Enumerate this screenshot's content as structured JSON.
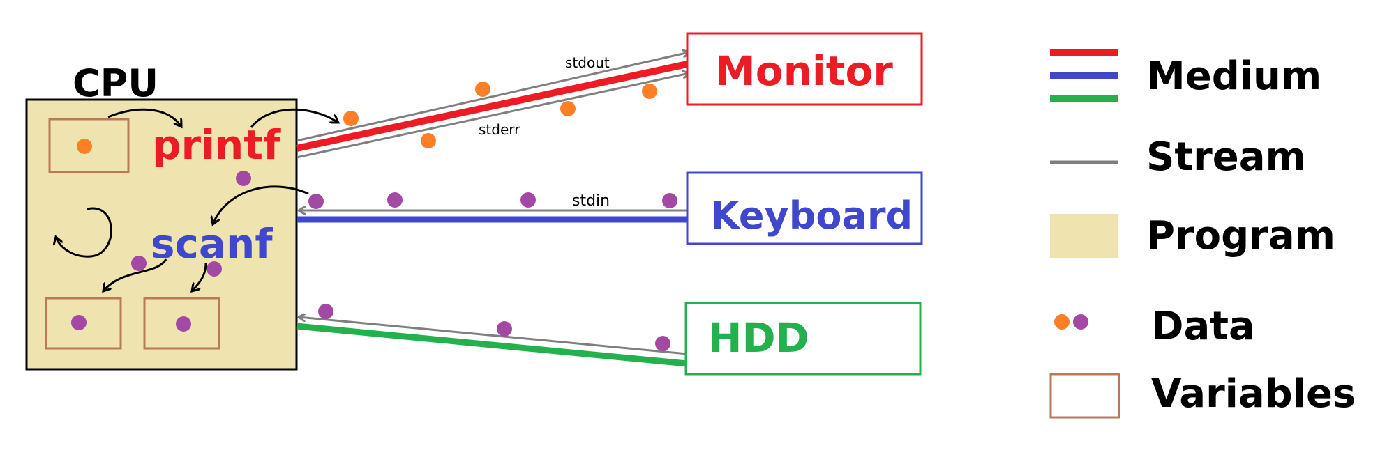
{
  "labels": {
    "cpu": "CPU",
    "printf": "printf",
    "scanf": "scanf",
    "stdout": "stdout",
    "stderr": "stderr",
    "stdin": "stdin"
  },
  "devices": {
    "monitor": "Monitor",
    "keyboard": "Keyboard",
    "hdd": "HDD"
  },
  "legend": {
    "medium": "Medium",
    "stream": "Stream",
    "program": "Program",
    "data": "Data",
    "variables": "Variables"
  },
  "colors": {
    "program_fill": "#efe4b0",
    "variable_border": "#b97a57",
    "red": "#ed1c24",
    "blue": "#3f48cc",
    "green": "#22b14c",
    "stream_gray": "#7f7f7f",
    "orange": "#ff7f27",
    "purple": "#a349a4"
  }
}
